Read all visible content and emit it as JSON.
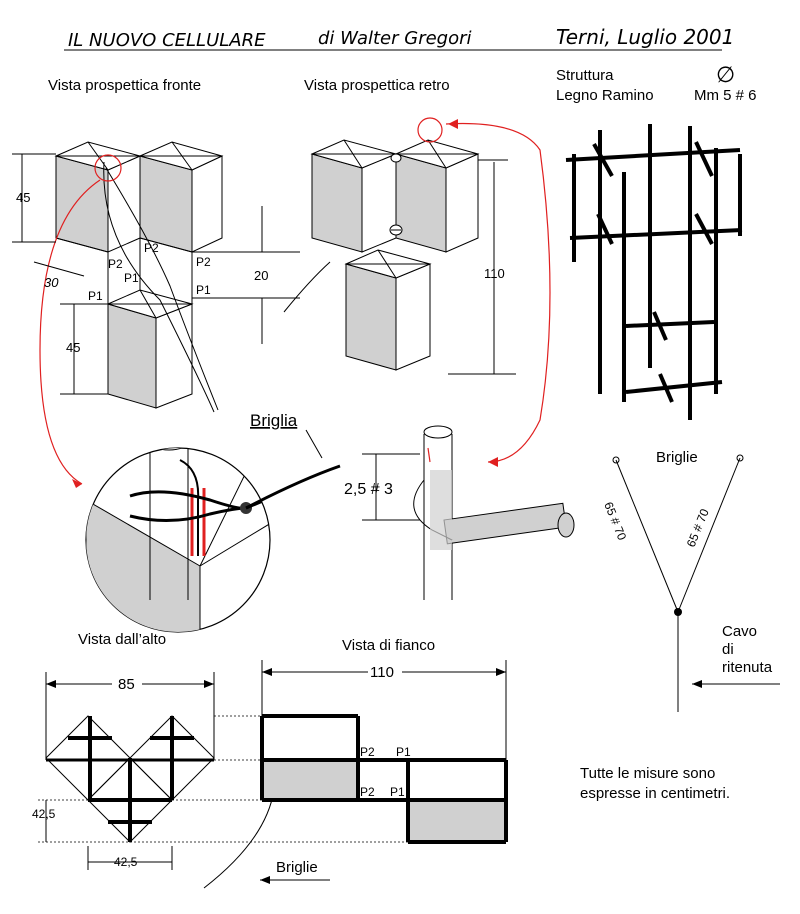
{
  "header": {
    "title": "IL NUOVO CELLULARE",
    "author": "di Walter Gregori",
    "place_date": "Terni, Luglio 2001"
  },
  "views": {
    "front": "Vista prospettica fronte",
    "rear": "Vista prospettica retro",
    "top": "Vista dall’alto",
    "side": "Vista di fianco"
  },
  "structure": {
    "line1": "Struttura",
    "line2": "Legno Ramino",
    "diameter_symbol": "∅",
    "size": "Mm 5 # 6"
  },
  "front_dims": {
    "height_upper": "45",
    "height_lower": "45",
    "depth": "30",
    "offset": "20",
    "p2_a": "P2",
    "p2_b": "P2",
    "p2_c": "P2",
    "p1_a": "P1",
    "p1_b": "P1",
    "p1_c": "P1"
  },
  "rear_dims": {
    "height": "110"
  },
  "detail": {
    "briglia": "Briglia",
    "spacing": "2,5 # 3"
  },
  "bridle": {
    "title": "Briglie",
    "left_leg": "65 # 70",
    "right_leg": "65 # 70",
    "line_label_1": "Cavo",
    "line_label_2": "di",
    "line_label_3": "ritenuta"
  },
  "top_dims": {
    "width": "85",
    "half_height": "42,5",
    "half_width": "42,5"
  },
  "side_dims": {
    "width": "110",
    "p2_upper": "P2",
    "p1_upper": "P1",
    "p2_lower": "P2",
    "p1_lower": "P1",
    "bridle_label": "Briglie"
  },
  "note": {
    "line1": "Tutte le misure sono",
    "line2": "espresse in centimetri."
  },
  "colors": {
    "panel_gray": "#d0d0d0",
    "accent_red": "#e02020"
  }
}
